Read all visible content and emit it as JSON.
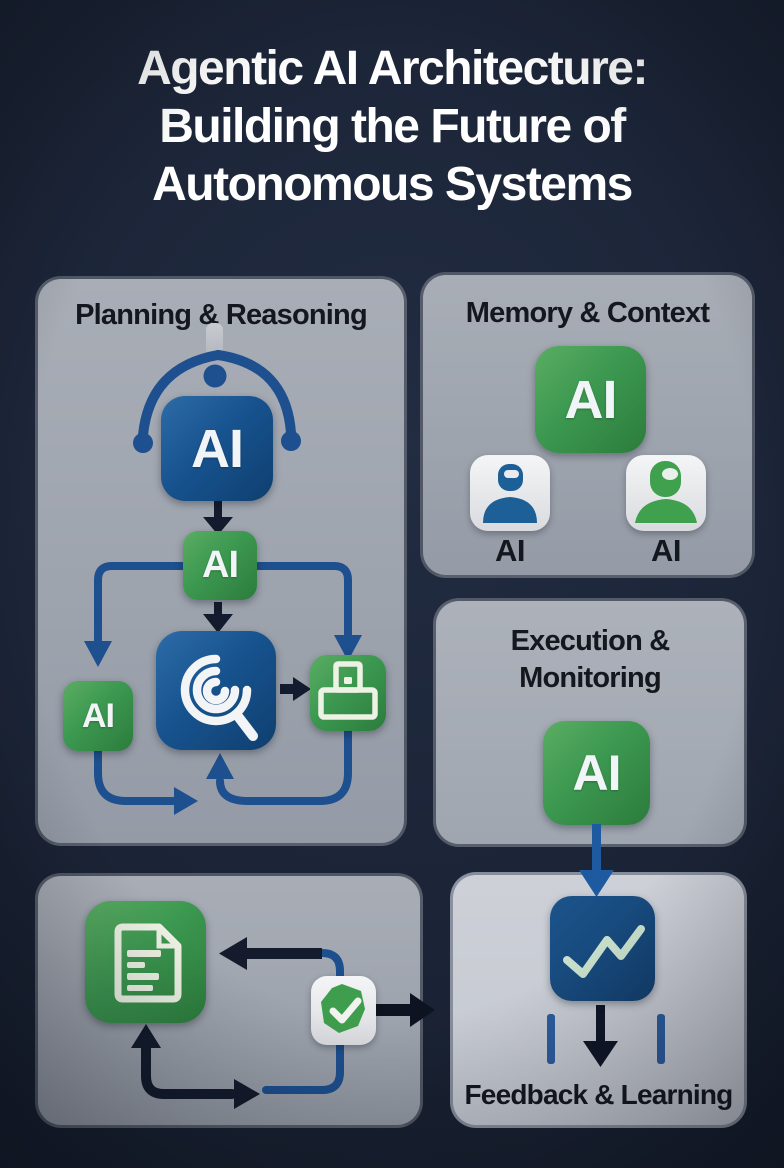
{
  "poster": {
    "title_line1": "Agentic AI Architecture:",
    "title_line2": "Building the Future of",
    "title_line3": "Autonomous Systems"
  },
  "planning": {
    "title": "Planning & Reasoning",
    "agent_box_label": "AI",
    "task_box_label": "AI",
    "subagent_box_label": "AI",
    "icons": {
      "head": "robot-antenna-icon",
      "center": "spiral-search-icon",
      "output": "printer-icon"
    }
  },
  "memory": {
    "title": "Memory & Context",
    "ai_box_label": "AI",
    "user_left_label": "AI",
    "user_right_label": "AI",
    "icons": {
      "left": "person-icon-blue",
      "right": "person-icon-green"
    }
  },
  "execution": {
    "title_line1": "Execution &",
    "title_line2": "Monitoring",
    "ai_box_label": "AI"
  },
  "feedback": {
    "caption": "Feedback & Learning",
    "icons": {
      "chart": "trend-line-icon"
    }
  },
  "review_loop": {
    "icons": {
      "document": "document-icon",
      "verify": "check-badge-icon"
    }
  },
  "colors": {
    "background": "#1b2436",
    "panel_gray": "#a0a6b0",
    "panel_light": "#c8cbd3",
    "green": "#3f9b4f",
    "blue": "#17538f",
    "chart_navy": "#164a7e",
    "arrow_dark": "#131c2e",
    "arrow_blue": "#1e4f8e",
    "title_text": "#ffffff",
    "panel_text": "#14181e"
  }
}
